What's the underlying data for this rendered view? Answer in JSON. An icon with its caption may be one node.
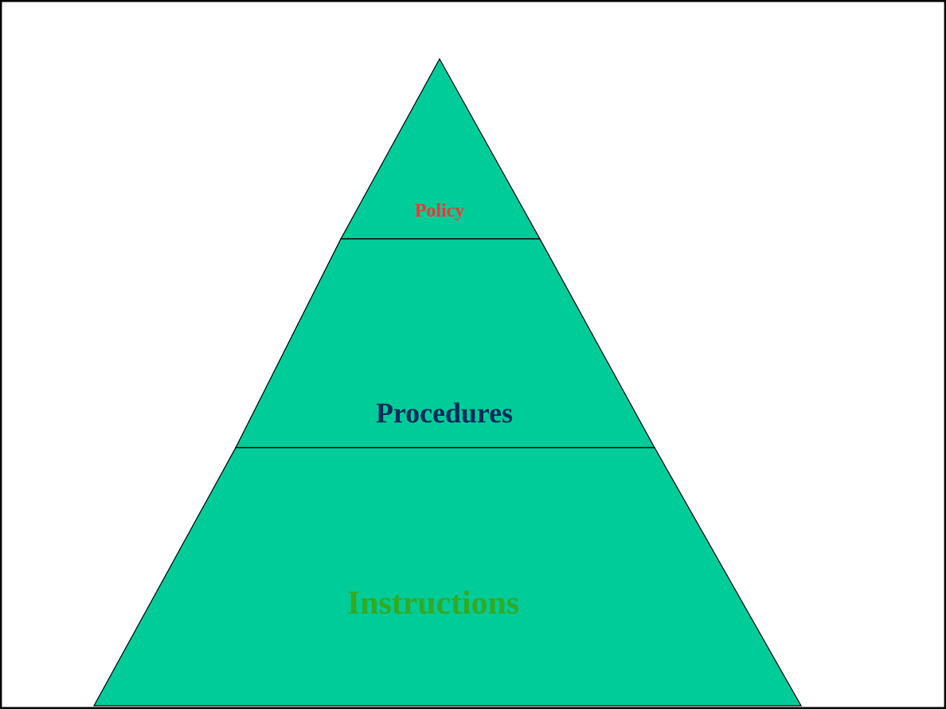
{
  "diagram": {
    "nodes": [
      {
        "text": [
          "Policy"
        ]
      },
      {
        "text": [
          "Procedures"
        ]
      },
      {
        "text": [
          "Instructions"
        ]
      }
    ]
  }
}
